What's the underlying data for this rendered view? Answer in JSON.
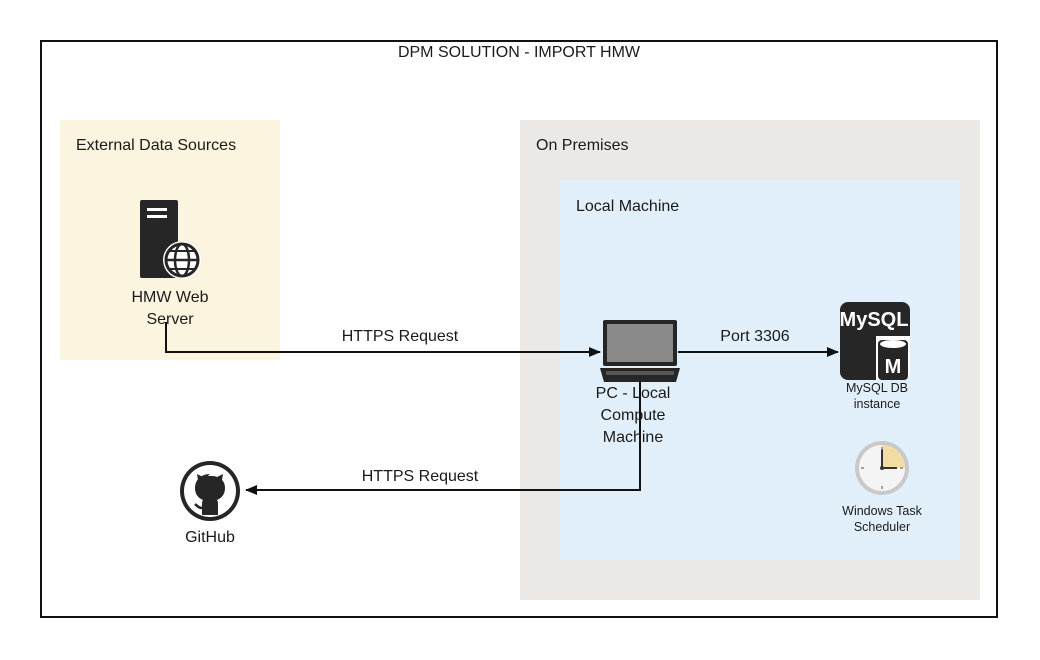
{
  "title": "DPM SOLUTION - IMPORT HMW",
  "regions": {
    "external": "External Data Sources",
    "onprem": "On Premises",
    "local": "Local Machine"
  },
  "nodes": {
    "web_server": {
      "label": "HMW Web Server",
      "line1": "HMW Web",
      "line2": "Server",
      "icon": "web-server-icon"
    },
    "pc": {
      "label": "PC - Local Compute Machine",
      "line1": "PC - Local",
      "line2": "Compute",
      "line3": "Machine",
      "icon": "laptop-icon"
    },
    "mysql": {
      "label": "MySQL DB instance",
      "line1": "MySQL DB",
      "line2": "instance",
      "logo_text": "MySQL",
      "logo_letter": "M",
      "icon": "mysql-icon"
    },
    "scheduler": {
      "label": "Windows Task Scheduler",
      "line1": "Windows Task",
      "line2": "Scheduler",
      "icon": "clock-icon"
    },
    "github": {
      "label": "GitHub",
      "icon": "github-icon"
    }
  },
  "edges": {
    "web_to_pc": "HTTPS Request",
    "pc_to_mysql": "Port 3306",
    "pc_to_github": "HTTPS Request"
  },
  "colors": {
    "external_bg": "#fbf5e0",
    "onprem_bg": "#ece8e5",
    "local_bg": "#e1effa",
    "line": "#111111"
  }
}
